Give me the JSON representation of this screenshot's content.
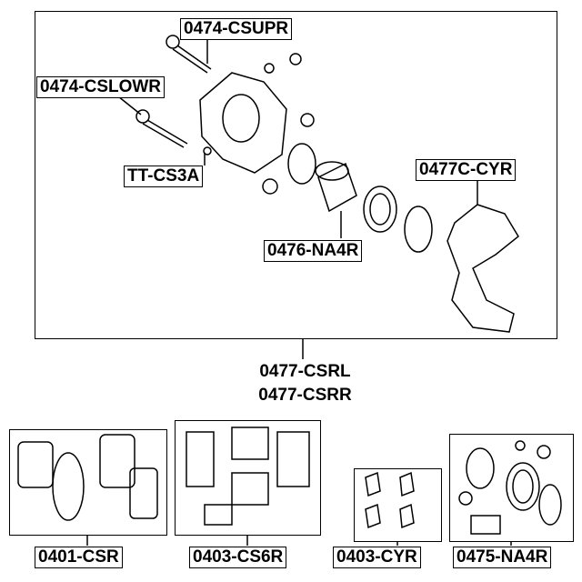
{
  "labels": {
    "caliper_upper_bolt": "0474-CSUPR",
    "caliper_lower_bolt": "0474-CSLOWR",
    "bleeder_screw": "TT-CS3A",
    "caliper_bracket": "0477C-CYR",
    "piston": "0476-NA4R",
    "caliper_assembly_left": "0477-CSRL",
    "caliper_assembly_right": "0477-CSRR",
    "brake_pads": "0401-CSR",
    "pad_clip_kit": "0403-CS6R",
    "pad_spring_kit": "0403-CYR",
    "repair_kit": "0475-NA4R"
  }
}
